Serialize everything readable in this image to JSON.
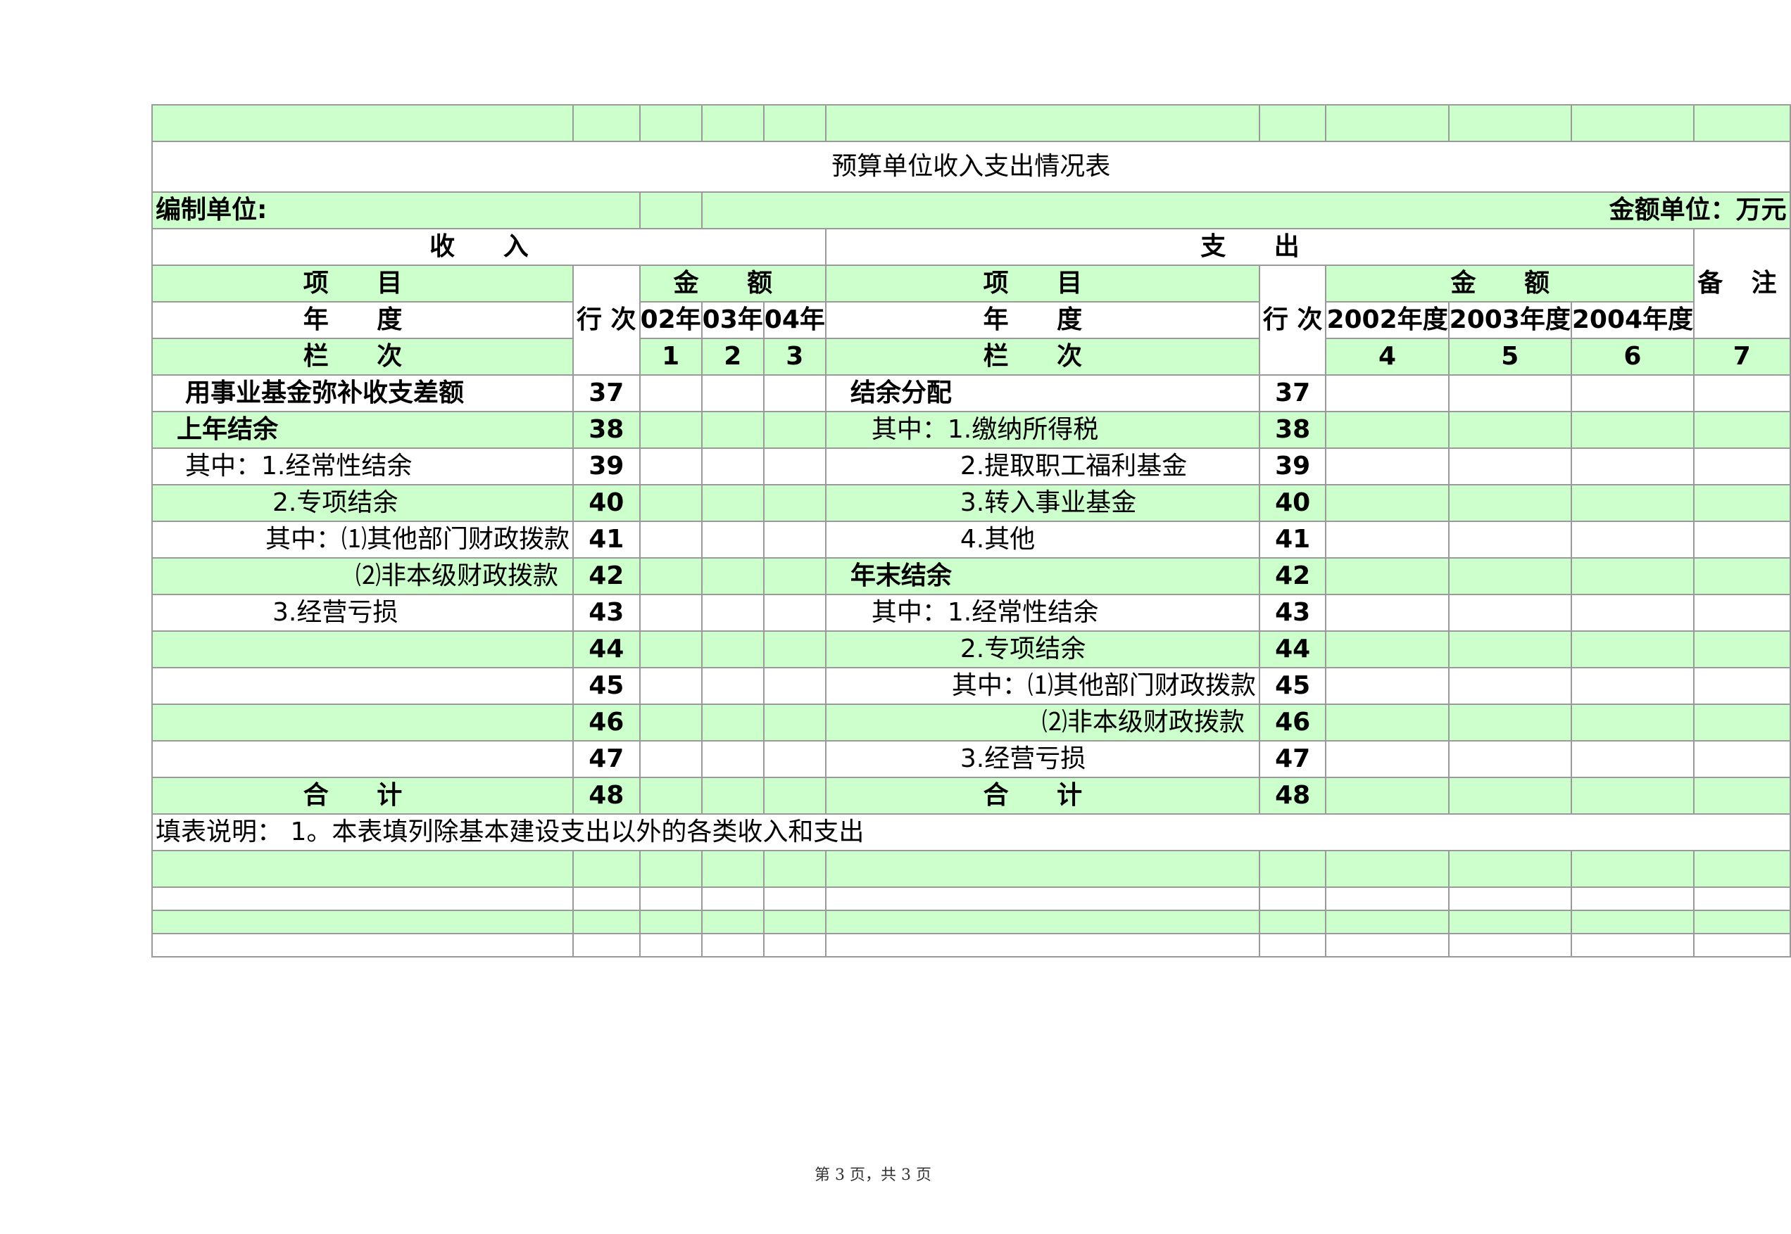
{
  "title": "预算单位收入支出情况表",
  "prepared_by_label": "编制单位:",
  "amount_unit_label": "金额单位：万元",
  "income_header": "收  入",
  "expense_header": "支  出",
  "item_label": "项  目",
  "amount_label": "金  额",
  "remark_label": "备 注",
  "year_label": "年  度",
  "row_no_label": "行 次",
  "column_label": "栏  次",
  "income_years": [
    "02年",
    "03年",
    "04年"
  ],
  "expense_years": [
    "2002年度",
    "2003年度",
    "2004年度"
  ],
  "column_numbers": [
    "1",
    "2",
    "3",
    "4",
    "5",
    "6",
    "7"
  ],
  "rows": [
    {
      "income": "用事业基金弥补收支差额",
      "income_no": "37",
      "expense": "结余分配",
      "expense_no": "37"
    },
    {
      "income": "上年结余",
      "income_no": "38",
      "expense": "其中：1.缴纳所得税",
      "expense_no": "38"
    },
    {
      "income": "其中：1.经常性结余",
      "income_no": "39",
      "expense": "2.提取职工福利基金",
      "expense_no": "39"
    },
    {
      "income": "2.专项结余",
      "income_no": "40",
      "expense": "3.转入事业基金",
      "expense_no": "40"
    },
    {
      "income": "其中：⑴其他部门财政拨款",
      "income_no": "41",
      "expense": "4.其他",
      "expense_no": "41"
    },
    {
      "income": "⑵非本级财政拨款",
      "income_no": "42",
      "expense": "年末结余",
      "expense_no": "42"
    },
    {
      "income": "3.经营亏损",
      "income_no": "43",
      "expense": "其中：1.经常性结余",
      "expense_no": "43"
    },
    {
      "income": "",
      "income_no": "44",
      "expense": "2.专项结余",
      "expense_no": "44"
    },
    {
      "income": "",
      "income_no": "45",
      "expense": "其中：⑴其他部门财政拨款",
      "expense_no": "45"
    },
    {
      "income": "",
      "income_no": "46",
      "expense": "⑵非本级财政拨款",
      "expense_no": "46"
    },
    {
      "income": "",
      "income_no": "47",
      "expense": "3.经营亏损",
      "expense_no": "47"
    }
  ],
  "total_label": "合  计",
  "total_no": "48",
  "note": "填表说明：  1。本表填列除基本建设支出以外的各类收入和支出",
  "footer": "第 3 页，共 3 页"
}
